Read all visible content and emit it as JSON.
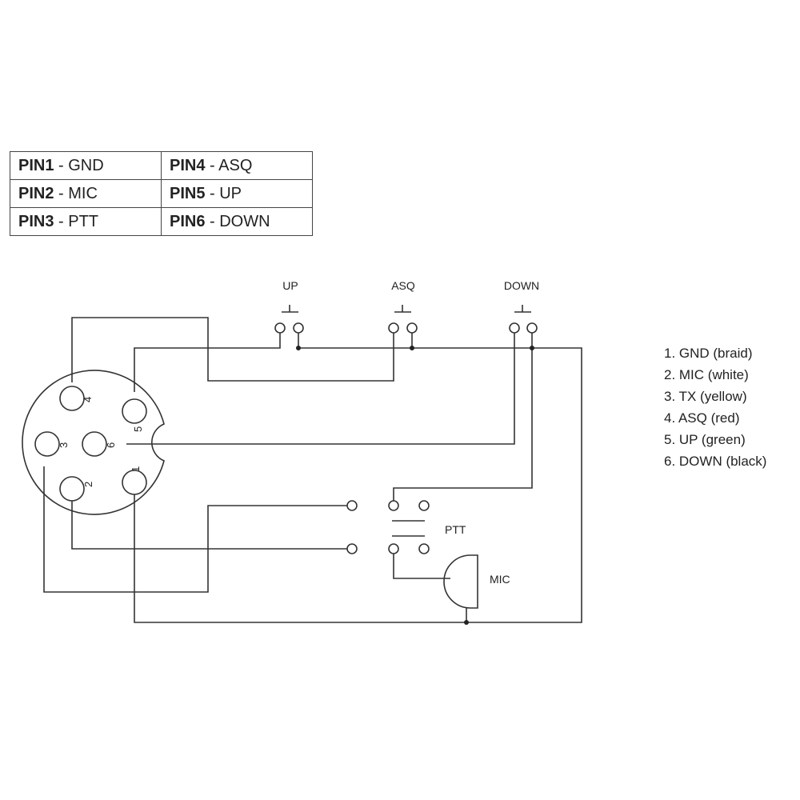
{
  "pin_table": [
    [
      {
        "pin": "PIN1",
        "fn": " - GND"
      },
      {
        "pin": "PIN4",
        "fn": " - ASQ"
      }
    ],
    [
      {
        "pin": "PIN2",
        "fn": " - MIC"
      },
      {
        "pin": "PIN5",
        "fn": " - UP"
      }
    ],
    [
      {
        "pin": "PIN3",
        "fn": " - PTT"
      },
      {
        "pin": "PIN6",
        "fn": " - DOWN"
      }
    ]
  ],
  "switches": {
    "up": "UP",
    "asq": "ASQ",
    "down": "DOWN",
    "ptt": "PTT",
    "mic": "MIC"
  },
  "pin_numbers": [
    "1",
    "2",
    "3",
    "4",
    "5",
    "6"
  ],
  "legend": [
    "1. GND (braid)",
    "2. MIC (white)",
    "3. TX (yellow)",
    "4. ASQ (red)",
    "5. UP (green)",
    "6. DOWN (black)"
  ]
}
